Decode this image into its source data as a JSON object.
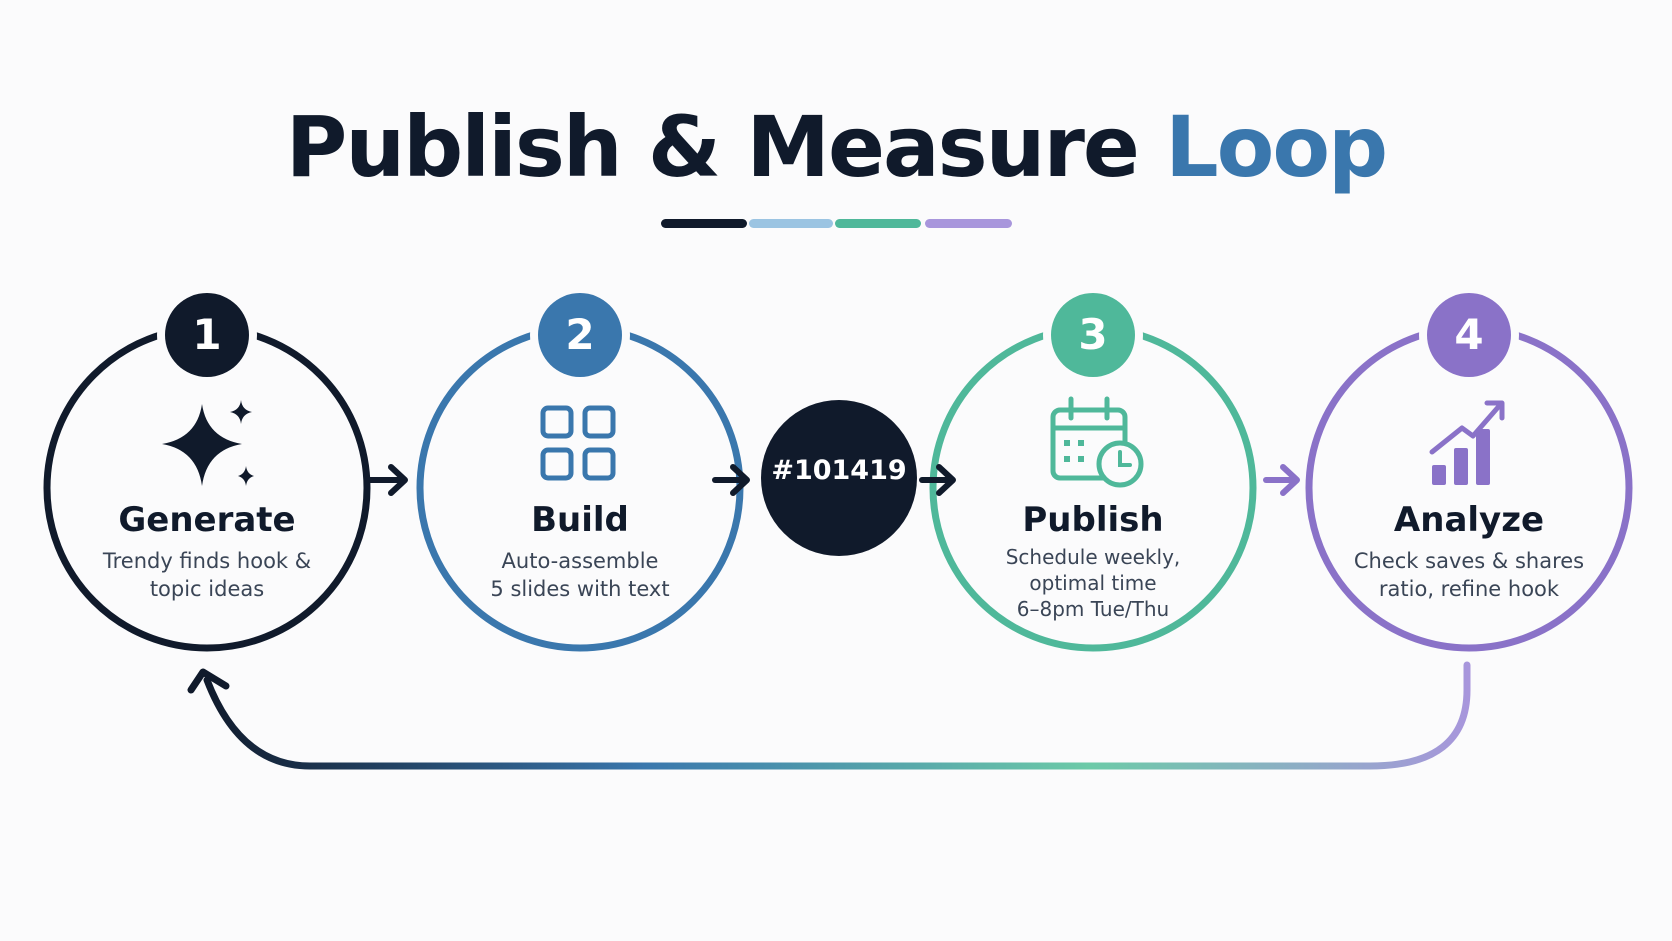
{
  "title": {
    "main": "Publish & Measure",
    "accent": "Loop"
  },
  "center_label": "#101419",
  "colors": {
    "navy": "#101a2b",
    "blue": "#3a77ad",
    "light_blue": "#9bc4e2",
    "teal": "#4fb89a",
    "purple": "#8a72c8"
  },
  "steps": [
    {
      "number": "1",
      "title": "Generate",
      "description": [
        "Trendy finds hook &",
        "topic ideas"
      ],
      "icon": "sparkle-icon"
    },
    {
      "number": "2",
      "title": "Build",
      "description": [
        "Auto-assemble",
        "5 slides with text"
      ],
      "icon": "grid-icon"
    },
    {
      "number": "3",
      "title": "Publish",
      "description": [
        "Schedule weekly,",
        "optimal time",
        "6–8pm Tue/Thu"
      ],
      "icon": "calendar-clock-icon"
    },
    {
      "number": "4",
      "title": "Analyze",
      "description": [
        "Check saves & shares",
        "ratio, refine hook"
      ],
      "icon": "bar-chart-trend-icon"
    }
  ]
}
